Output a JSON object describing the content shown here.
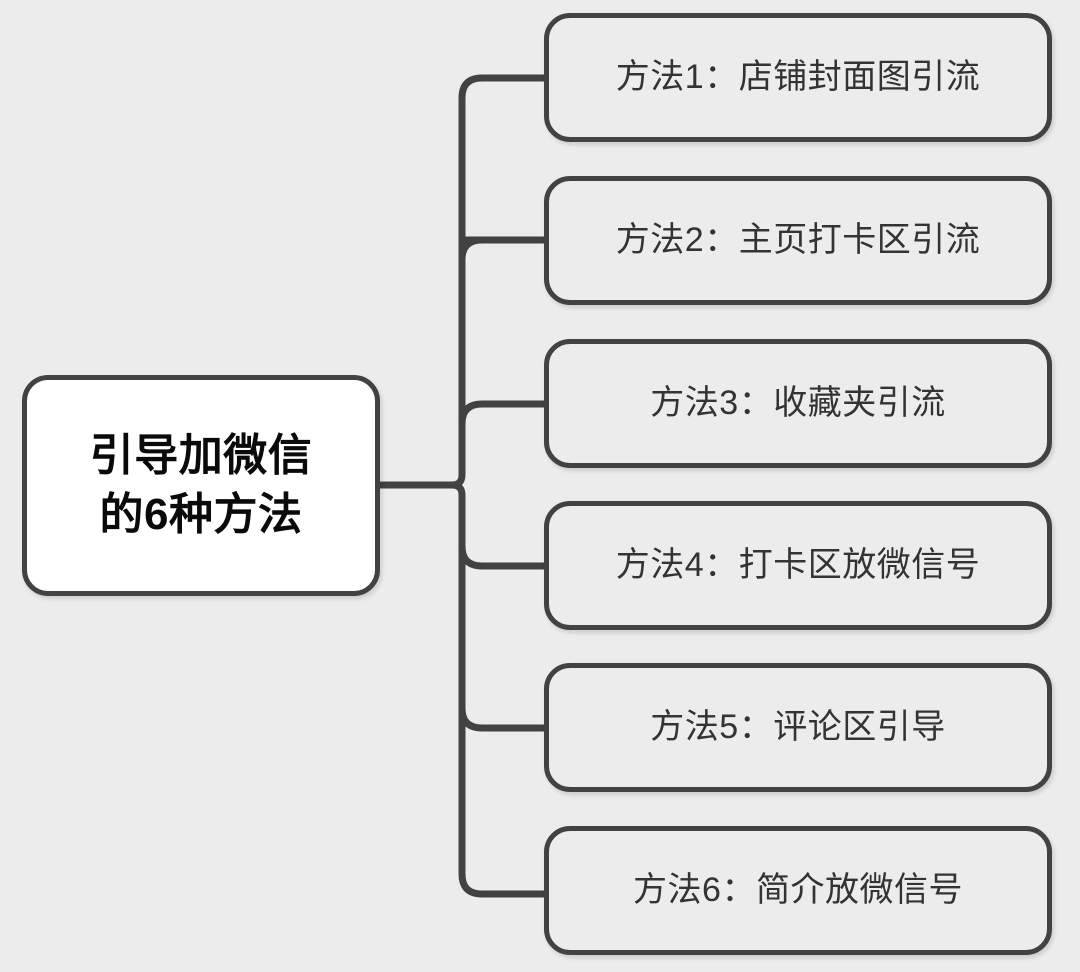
{
  "diagram": {
    "type": "mind-map",
    "orientation": "left-to-right",
    "background_color": "#ececec",
    "line_color": "#424242",
    "root": {
      "label": "引导加微信\n的6种方法",
      "label_line1": "引导加微信",
      "label_line2": "的6种方法",
      "fill_color": "#ffffff",
      "text_color": "#0a0a0a"
    },
    "branches": [
      {
        "id": 1,
        "label": "方法1：店铺封面图引流"
      },
      {
        "id": 2,
        "label": "方法2：主页打卡区引流"
      },
      {
        "id": 3,
        "label": "方法3：收藏夹引流"
      },
      {
        "id": 4,
        "label": "方法4：打卡区放微信号"
      },
      {
        "id": 5,
        "label": "方法5：评论区引导"
      },
      {
        "id": 6,
        "label": "方法6：简介放微信号"
      }
    ],
    "branch_fill_color": "#ececec",
    "branch_text_color": "#333333"
  }
}
